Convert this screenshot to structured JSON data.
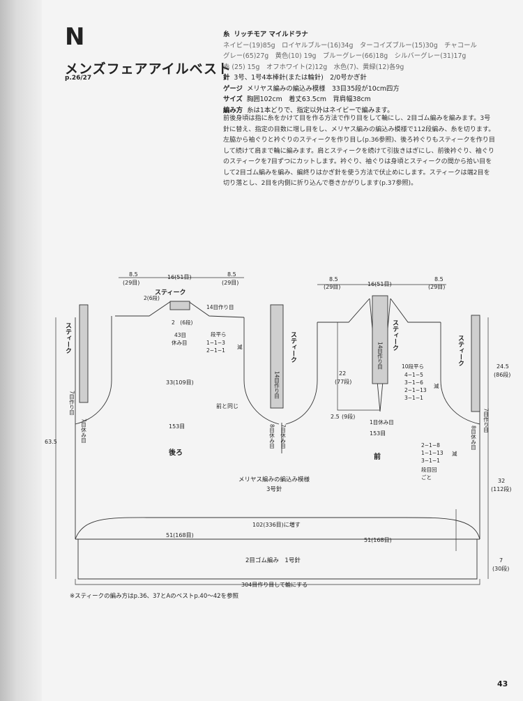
{
  "header": {
    "letter": "N",
    "title": "メンズフェアアイルベスト",
    "page_ref": "p.26/27"
  },
  "spec": {
    "yarn_label": "糸",
    "yarn_value": "リッチモア マイルドラナ",
    "yarn_line1": "ネイビー(19)85g　ロイヤルブルー(16)34g　ターコイズブルー(15)30g　チャコール",
    "yarn_line2": "グレー(65)27g　黄色(10) 19g　ブルーグレー(66)18g　シルバーグレー(31)17g",
    "yarn_line3": "赤 (25) 15g　オフホワイト(2)12g　水色(7)、黄緑(12)各9g",
    "needle_label": "針",
    "needle_value": "3号、1号4本棒針(または輪針)　2/0号かぎ針",
    "gauge_label": "ゲージ",
    "gauge_value": "メリヤス編みの編込み模様　33目35段が10cm四方",
    "size_label": "サイズ",
    "size_value": "胸囲102cm　着丈63.5cm　背肩幅38cm",
    "method_label": "編み方",
    "method_value": "糸は1本どりで、指定以外はネイビーで編みます。"
  },
  "instructions": "前後身頃は指に糸をかけて目を作る方法で作り目をして輪にし、2目ゴム編みを編みます。3号針に替え、指定の目数に増し目をし、メリヤス編みの編込み模様で112段編み、糸を切ります。左脇から袖ぐりと衿ぐりのスティークを作り目し(p.36参照)、後ろ衿ぐりもスティークを作り目して続けて肩まで輪に編みます。肩とスティークを続けて引抜きはぎにし、前後衿ぐり、袖ぐりのスティークを7目ずつにカットします。衿ぐり、袖ぐりは身頃とスティークの間から拾い目をして2目ゴム編みを編み、編終りはかぎ針を使う方法で伏止めにします。スティークは端2目を切り落とし、2目を内側に折り込んで巻きかがりします(p.37参照)。",
  "diagram": {
    "back_top_left": "8.5",
    "back_top_left_st": "(29目)",
    "back_top_mid": "16(51目)",
    "back_top_right": "8.5",
    "back_top_right_st": "(29目)",
    "front_top_left": "8.5",
    "front_top_left_st": "(29目)",
    "front_top_mid": "16(51目)",
    "front_top_right": "8.5",
    "front_top_right_st": "(29目)",
    "steek": "スティーク",
    "back_neck_2": "2(6段)",
    "back_neck_14": "14目作り目",
    "back_neck_inner": "2　(6段)",
    "back_neck_43": "43目",
    "back_neck_rest": "休み目",
    "dec_flat": "段平ら",
    "dec_row1": "1−1−3",
    "dec_row2": "2−1−1",
    "dec_mark": "減",
    "steek_cast_14": "14目作り目",
    "steek_cast_7": "7目作り目",
    "steek_rest_7": "7目休み目",
    "steek_rest_8": "8目休み目",
    "width_33": "33(109目)",
    "same_as_front": "前と同じ",
    "width_153_back": "153目",
    "width_153_front": "153目",
    "back_label": "後ろ",
    "front_label": "前",
    "depth_22": "22",
    "depth_22_rows": "(77段)",
    "depth_25": "2.5",
    "depth_25_rows": "(9段)",
    "front_rest_1": "1目休み目",
    "front_neck_rows": "10段平ら",
    "front_neck_1": "4−1−5",
    "front_neck_2": "3−1−6",
    "front_neck_3": "2−1−13",
    "front_neck_4": "3−1−1",
    "armhole_1": "2−1−8",
    "armhole_2": "1−1−13",
    "armhole_3": "3−1−1",
    "armhole_note": "段目回",
    "armhole_note2": "ごと",
    "height_245": "24.5",
    "height_245_rows": "(86段)",
    "height_32": "32",
    "height_32_rows": "(112段)",
    "height_7": "7",
    "height_7_rows": "(30段)",
    "height_635": "63.5",
    "pattern": "メリヤス編みの編込み模様",
    "needle_3": "3号針",
    "total_102": "102(336目)に増す",
    "half_51_left": "51(168目)",
    "half_51_right": "51(168目)",
    "ribbing": "2目ゴム編み　1号針",
    "cast_on": "304目作り目して輪にする"
  },
  "note": "※スティークの編み方はp.36、37とAのベストp.40〜42を参照",
  "page_number": "43"
}
